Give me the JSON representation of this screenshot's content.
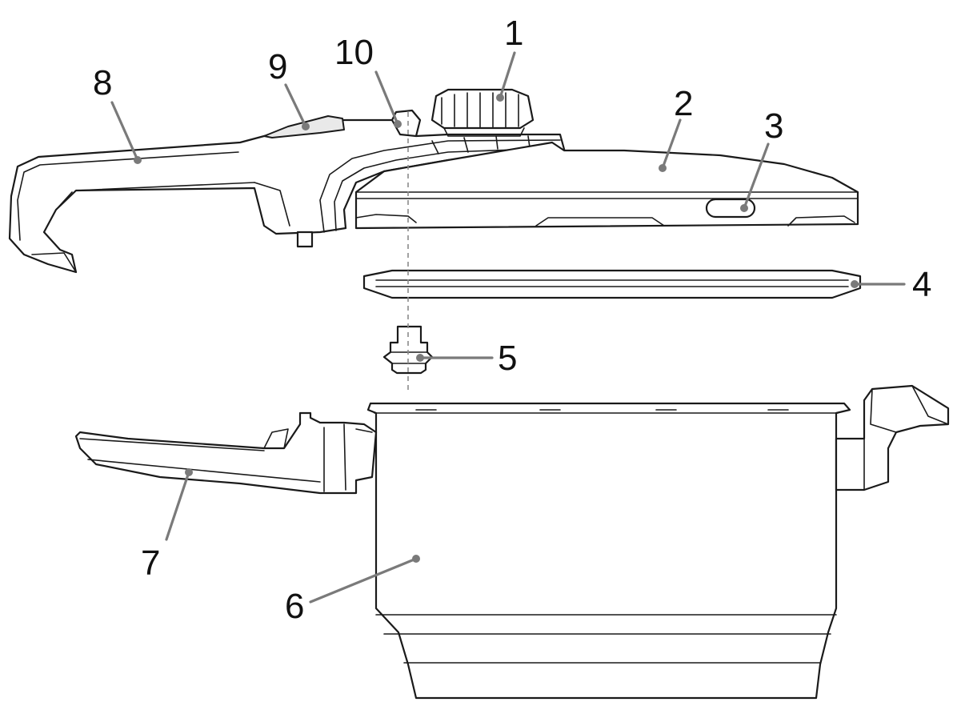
{
  "callouts": [
    {
      "id": "knob",
      "label": "1"
    },
    {
      "id": "lid",
      "label": "2"
    },
    {
      "id": "window",
      "label": "3"
    },
    {
      "id": "gasket",
      "label": "4"
    },
    {
      "id": "valve",
      "label": "5"
    },
    {
      "id": "pot",
      "label": "6"
    },
    {
      "id": "pot-handle",
      "label": "7"
    },
    {
      "id": "lid-handle",
      "label": "8"
    },
    {
      "id": "release-button",
      "label": "9"
    },
    {
      "id": "indicator",
      "label": "10"
    }
  ]
}
